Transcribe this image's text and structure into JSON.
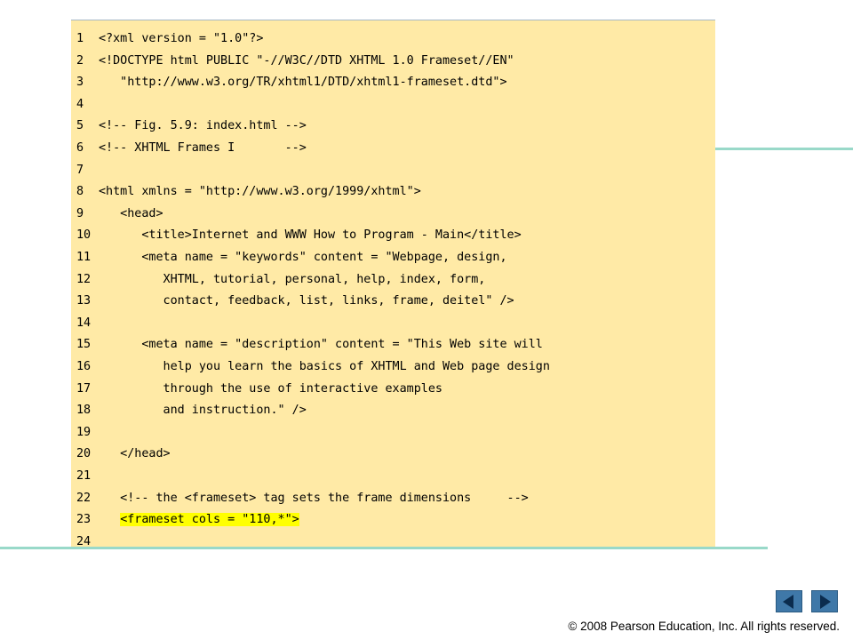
{
  "code_lines": [
    {
      "number": "1",
      "code": "<?xml version = \"1.0\"?>"
    },
    {
      "number": "2",
      "code": "<!DOCTYPE html PUBLIC \"-//W3C//DTD XHTML 1.0 Frameset//EN\""
    },
    {
      "number": "3",
      "code": "   \"http://www.w3.org/TR/xhtml1/DTD/xhtml1-frameset.dtd\">"
    },
    {
      "number": "4",
      "code": ""
    },
    {
      "number": "5",
      "code": "<!-- Fig. 5.9: index.html -->"
    },
    {
      "number": "6",
      "code": "<!-- XHTML Frames I       -->"
    },
    {
      "number": "7",
      "code": ""
    },
    {
      "number": "8",
      "code": "<html xmlns = \"http://www.w3.org/1999/xhtml\">"
    },
    {
      "number": "9",
      "code": "   <head>"
    },
    {
      "number": "10",
      "code": "      <title>Internet and WWW How to Program - Main</title>"
    },
    {
      "number": "11",
      "code": "      <meta name = \"keywords\" content = \"Webpage, design,"
    },
    {
      "number": "12",
      "code": "         XHTML, tutorial, personal, help, index, form,"
    },
    {
      "number": "13",
      "code": "         contact, feedback, list, links, frame, deitel\" />"
    },
    {
      "number": "14",
      "code": ""
    },
    {
      "number": "15",
      "code": "      <meta name = \"description\" content = \"This Web site will"
    },
    {
      "number": "16",
      "code": "         help you learn the basics of XHTML and Web page design"
    },
    {
      "number": "17",
      "code": "         through the use of interactive examples"
    },
    {
      "number": "18",
      "code": "         and instruction.\" />"
    },
    {
      "number": "19",
      "code": ""
    },
    {
      "number": "20",
      "code": "   </head>"
    },
    {
      "number": "21",
      "code": ""
    },
    {
      "number": "22",
      "code": "   <!-- the <frameset> tag sets the frame dimensions     -->"
    },
    {
      "number": "23",
      "code": "   ",
      "highlight": "<frameset cols = \"110,*\">"
    },
    {
      "number": "24",
      "code": ""
    }
  ],
  "navigation": {
    "previous_icon": "left-triangle-arrow",
    "next_icon": "right-triangle-arrow"
  },
  "footer": {
    "copyright": "© 2008 Pearson Education, Inc.  All rights reserved."
  },
  "colors": {
    "code_background": "#ffeaa6",
    "highlight": "#ffff00",
    "rule": "#99d9c9",
    "button": "#3f78a8",
    "button_arrow": "#0b2c4e"
  }
}
